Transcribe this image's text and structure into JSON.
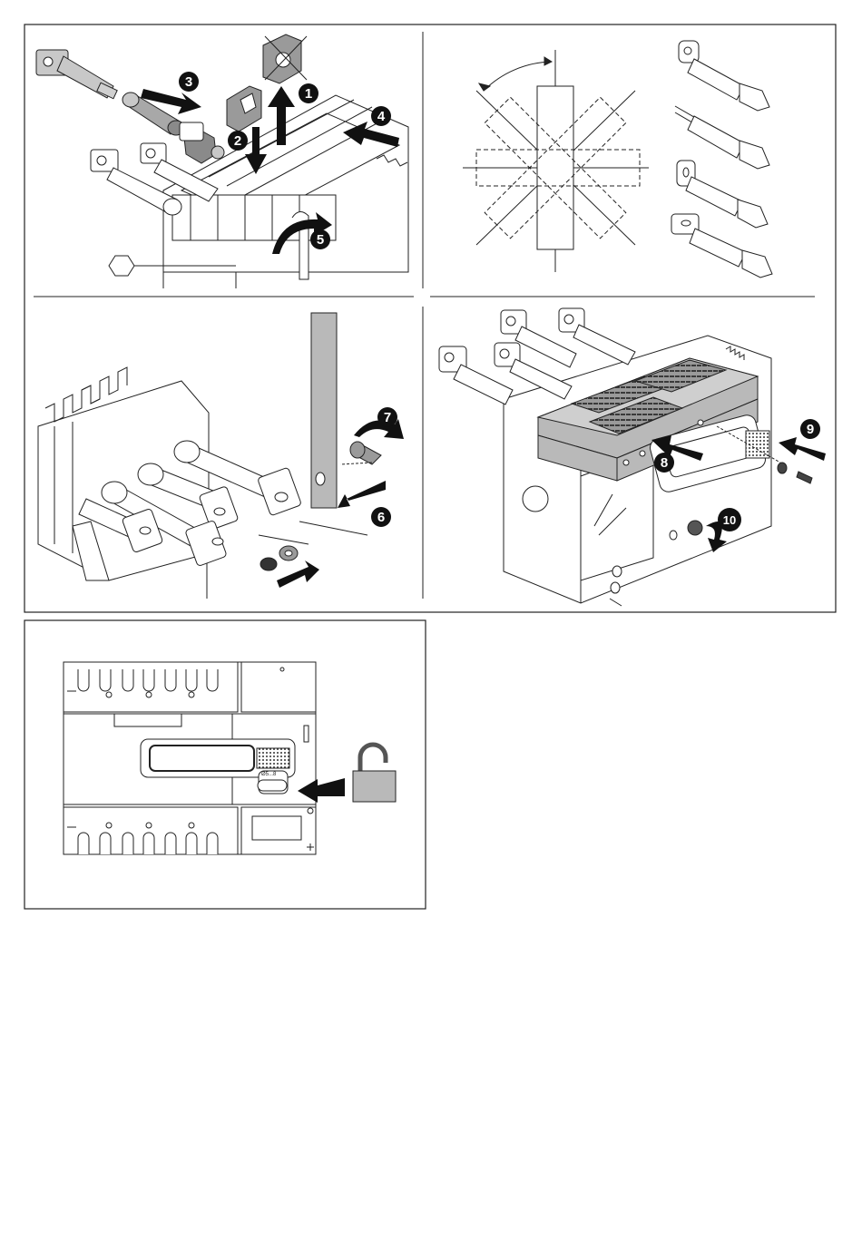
{
  "colors": {
    "line": "#222222",
    "grey_fill": "#b9b9b9",
    "light_grey": "#dcdcdc",
    "badge": "#111111",
    "badge_text": "#ffffff"
  },
  "steps": {
    "s1": "1",
    "s2": "2",
    "s3": "3",
    "s4": "4",
    "s5": "5",
    "s6": "6",
    "s7": "7",
    "s8": "8",
    "s9": "9",
    "s10": "10"
  },
  "padlock_label": "Ø5...8",
  "icons": {
    "hex": "hexagon-wrench-icon",
    "padlock": "padlock-icon"
  }
}
